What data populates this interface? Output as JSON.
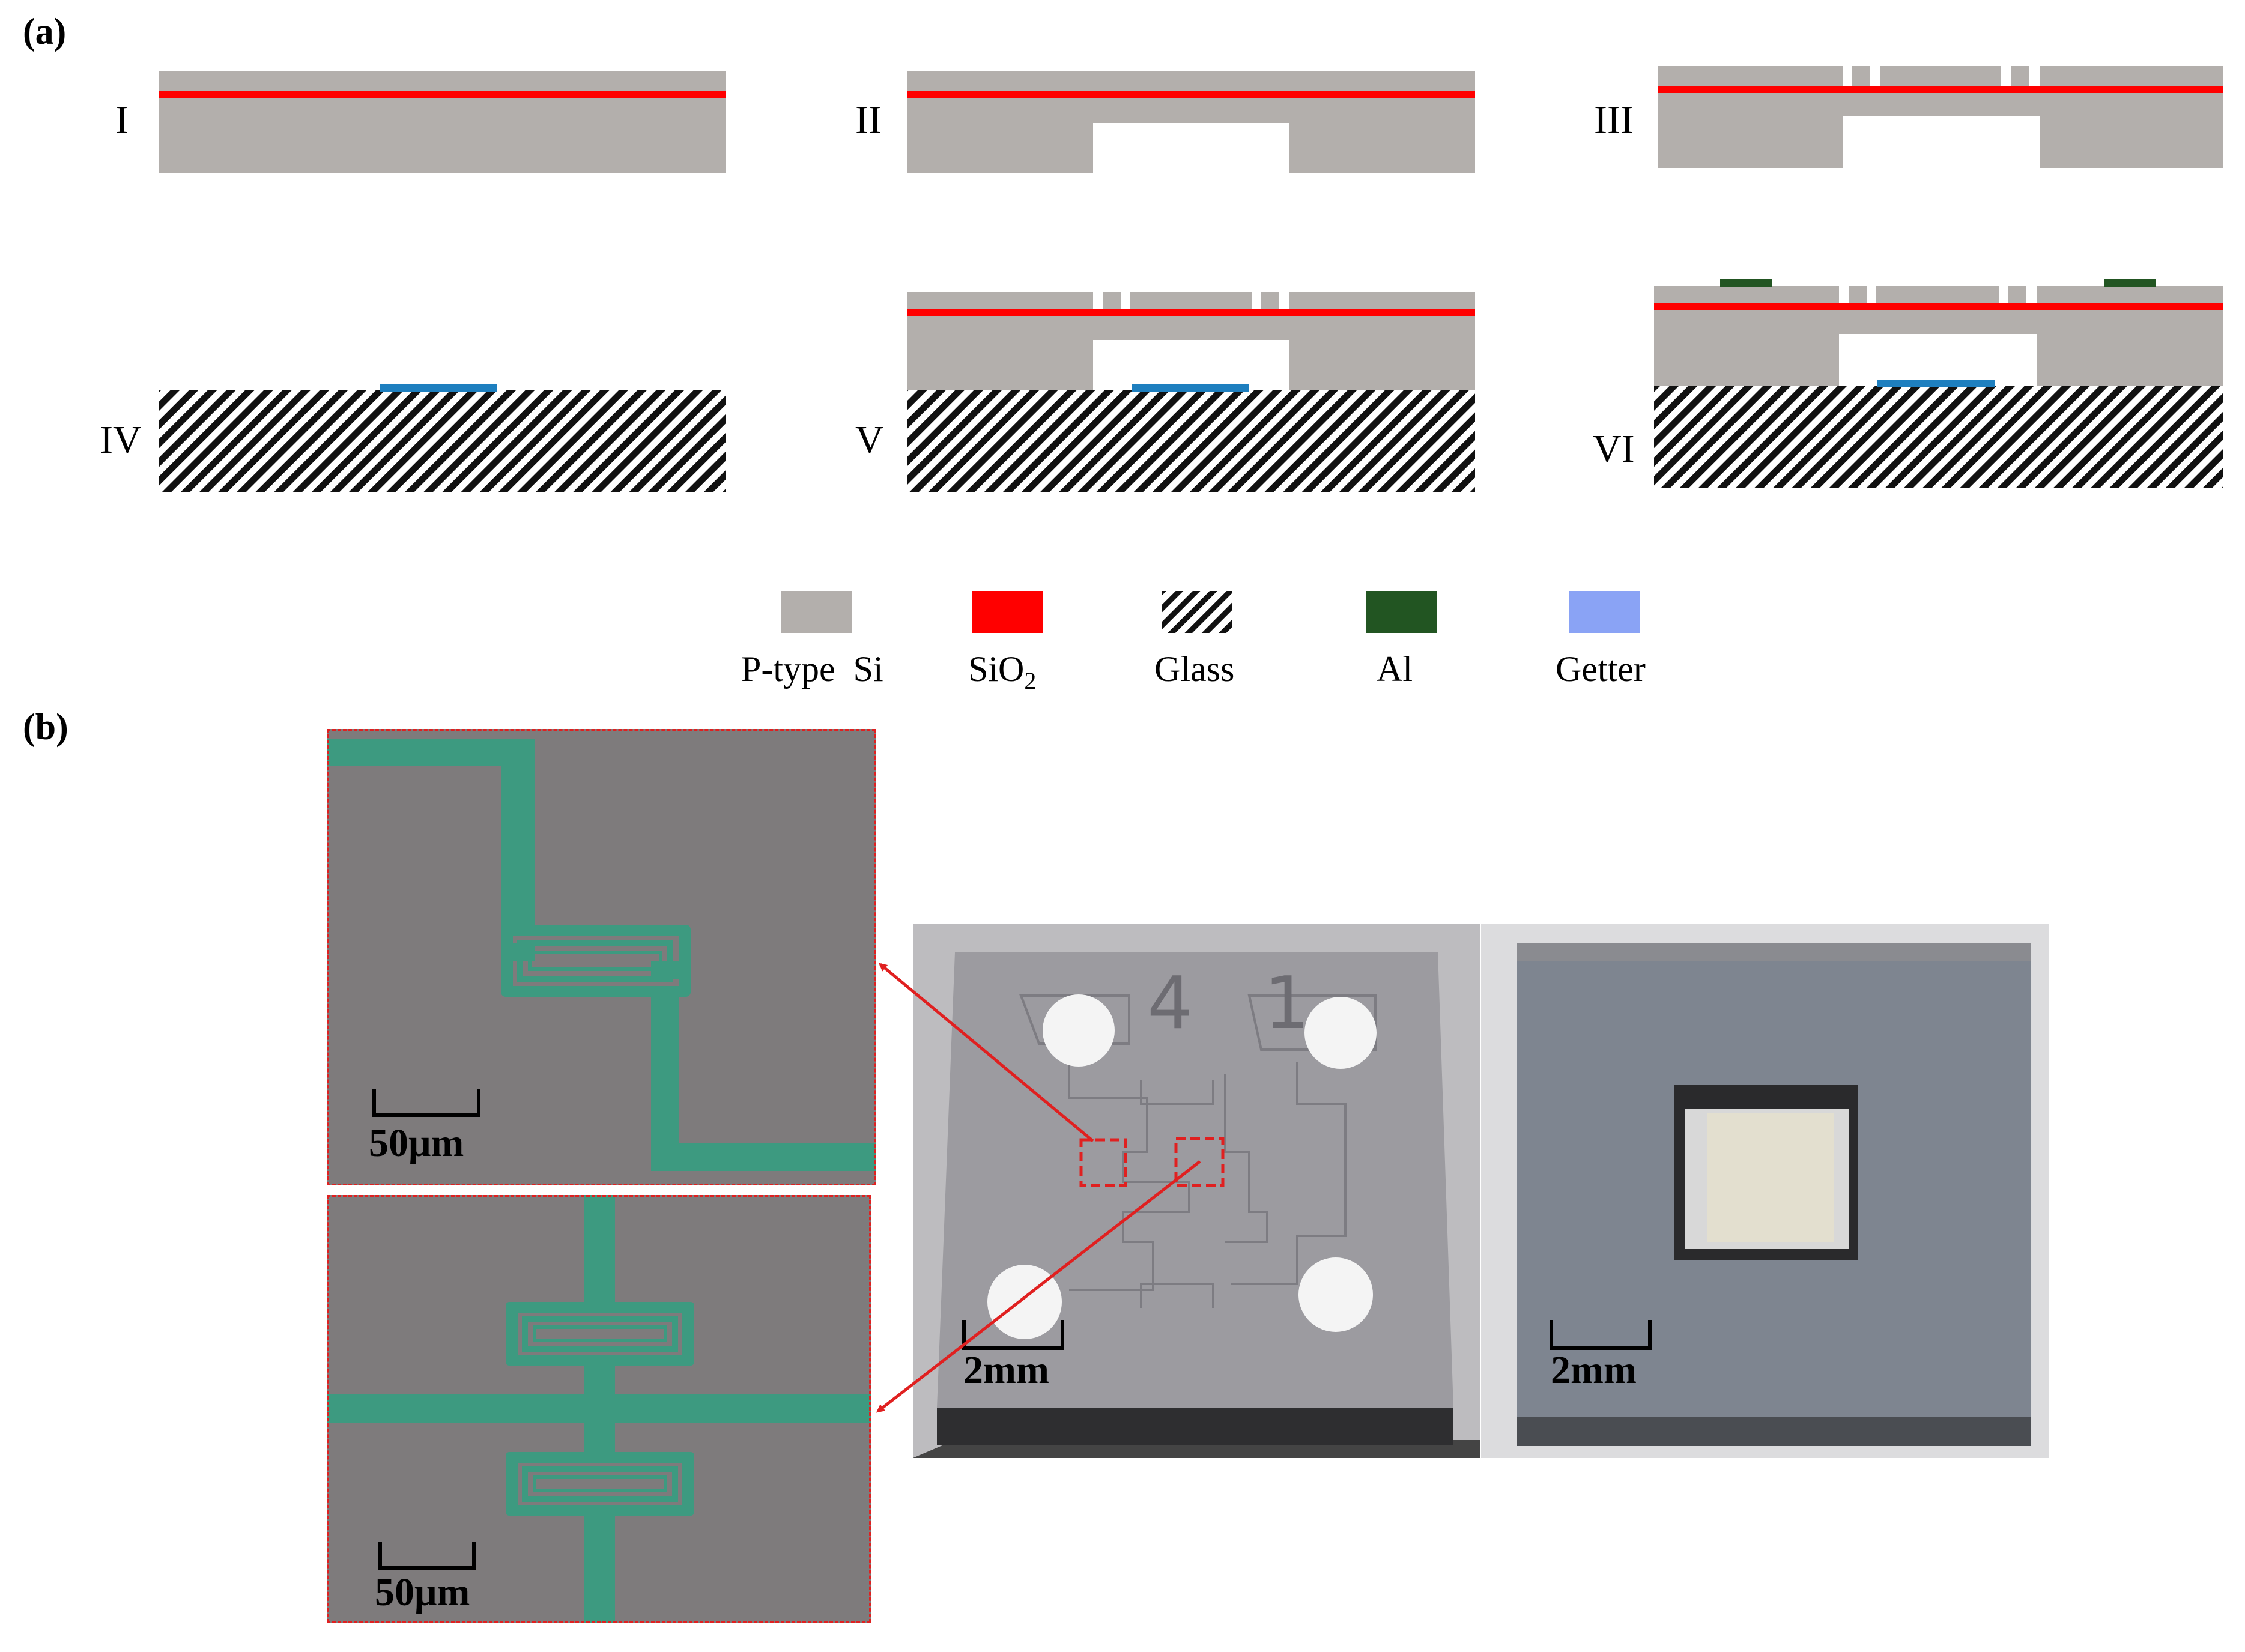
{
  "panels": {
    "a": "(a)",
    "b": "(b)"
  },
  "steps": [
    "I",
    "II",
    "III",
    "IV",
    "V",
    "VI"
  ],
  "legend": [
    {
      "label": "P-type  Si",
      "color": "#b3afac",
      "pattern": "solid"
    },
    {
      "label": "SiO",
      "sub": "2",
      "color": "#ff0000",
      "pattern": "solid"
    },
    {
      "label": "Glass",
      "color": "#000000",
      "pattern": "hatch"
    },
    {
      "label": "Al",
      "color": "#225522",
      "pattern": "solid"
    },
    {
      "label": "Getter",
      "color": "#8aa3f5",
      "pattern": "solid"
    }
  ],
  "colors": {
    "silicon": "#b3afac",
    "oxide": "#ff0000",
    "aluminum": "#225522",
    "getter": "#1e7fbf",
    "trace": "#3d9a80"
  },
  "scale_bars": {
    "micro_top": "50μm",
    "micro_bottom": "50μm",
    "chip_top": "2mm",
    "chip_lid": "2mm"
  },
  "chip_marking": "4 1"
}
